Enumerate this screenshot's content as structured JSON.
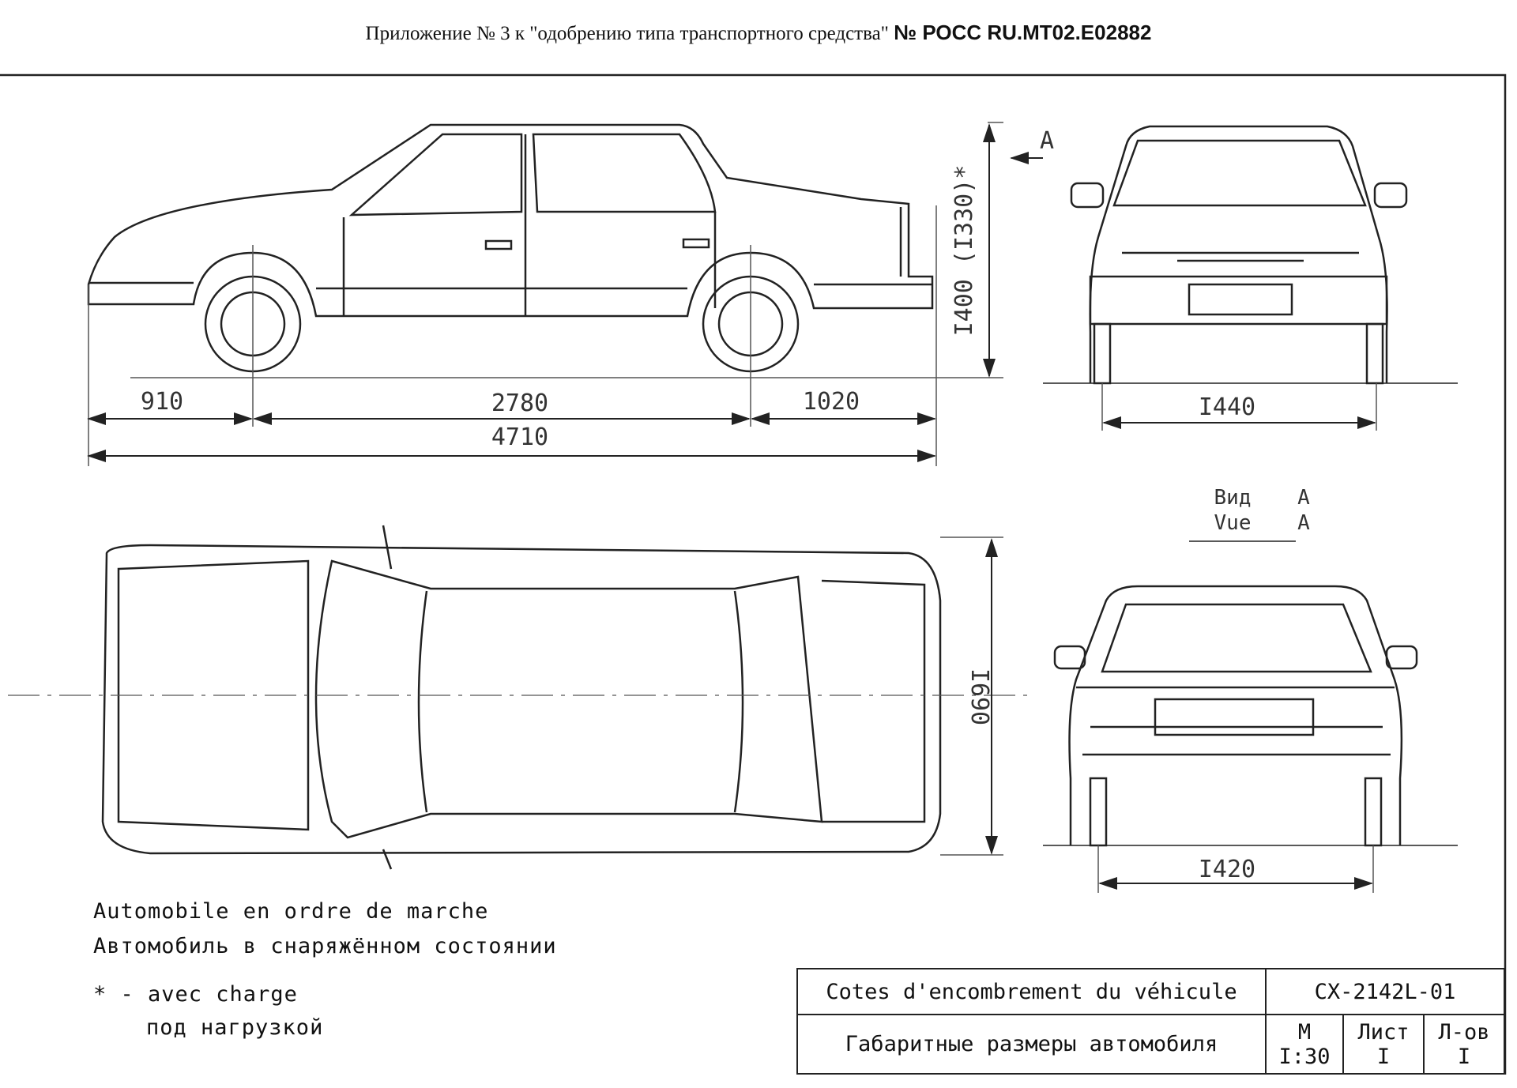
{
  "header": {
    "text": "Приложение № 3 к \"одобрению типа транспортного средства\"",
    "number": "№ РОСС RU.MT02.E02882"
  },
  "side_view": {
    "dim_front_overhang": "910",
    "dim_wheelbase": "2780",
    "dim_rear_overhang": "1020",
    "dim_length": "4710",
    "dim_height": "I400 (I330)*",
    "view_arrow_label": "A"
  },
  "front_view": {
    "dim_track": "I440"
  },
  "rear_view": {
    "dim_track": "I420"
  },
  "top_view": {
    "dim_width": "I690"
  },
  "view_label": {
    "ru": "Вид",
    "fr": "Vue",
    "letter": "A"
  },
  "notes": {
    "fr_line": "Automobile en ordre de marche",
    "ru_line": "Автомобиль в снаряжённом состоянии",
    "star_fr": "* - avec charge",
    "star_ru": "под нагрузкой"
  },
  "title_block": {
    "title_fr": "Cotes d'encombrement du véhicule",
    "code": "CX-2142L-01",
    "title_ru": "Габаритные размеры автомобиля",
    "scale_label": "М",
    "scale_value": "I:30",
    "sheet_label": "Лист",
    "sheet_value": "I",
    "sheets_label": "Л-ов",
    "sheets_value": "I"
  }
}
